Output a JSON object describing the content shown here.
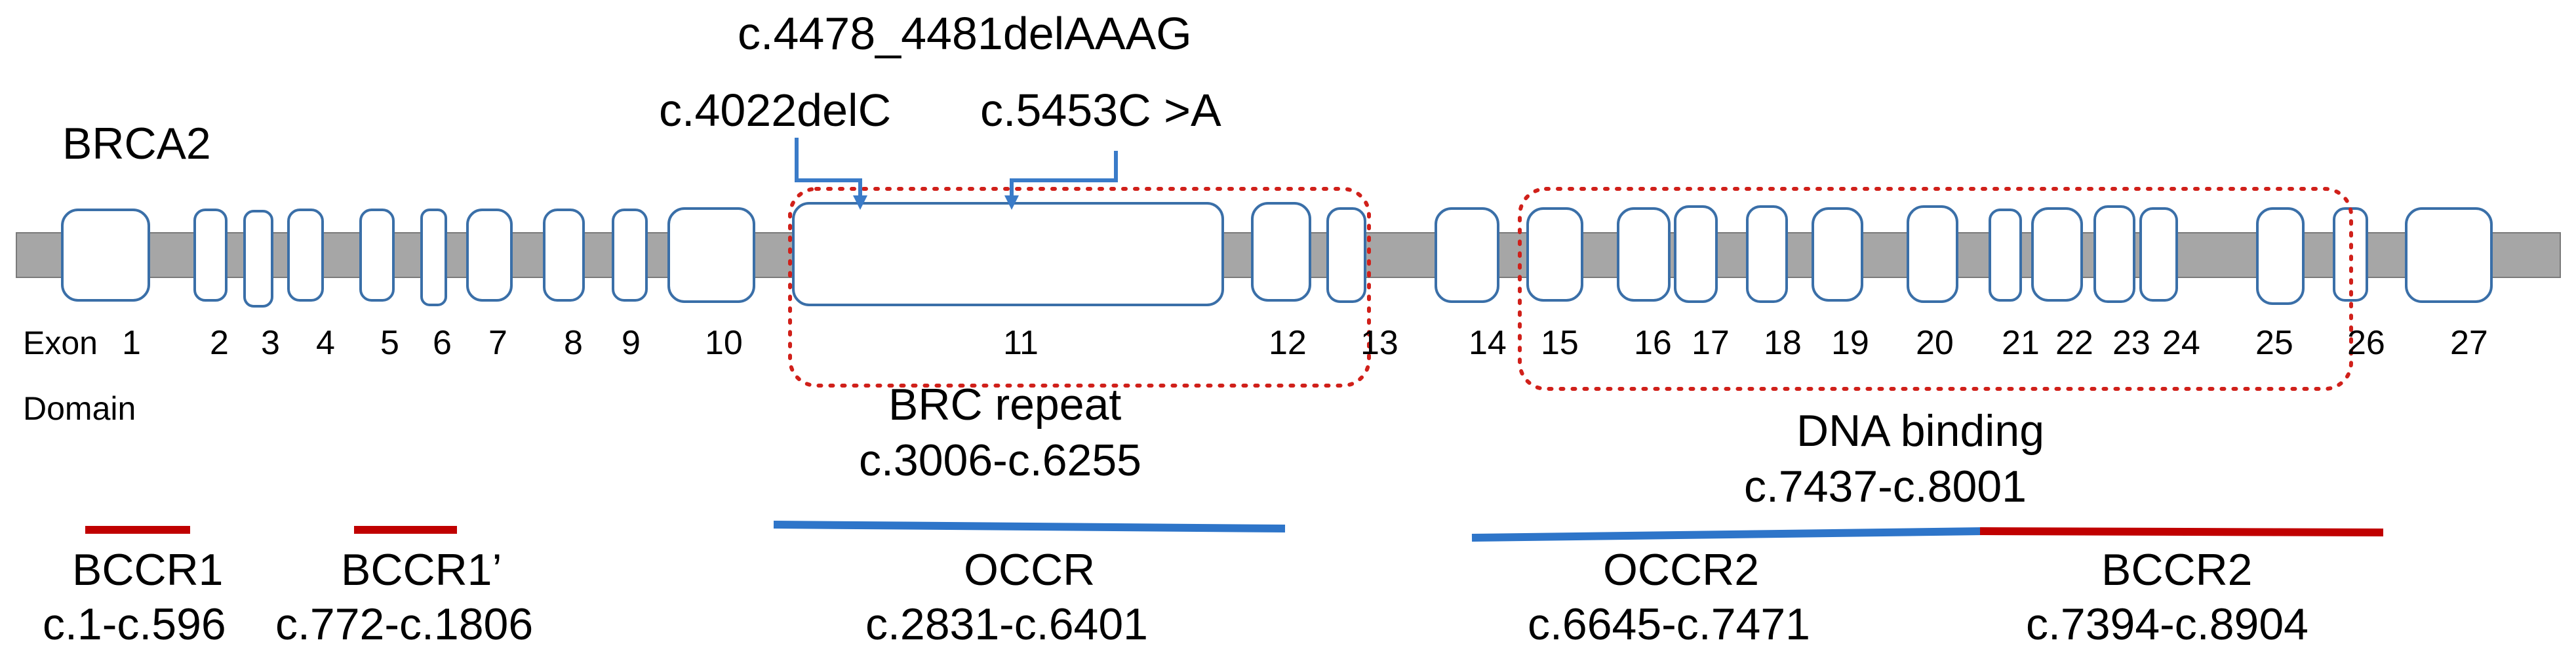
{
  "gene": "BRCA2",
  "row_labels": {
    "exon": "Exon",
    "domain": "Domain"
  },
  "exons": [
    "1",
    "2",
    "3",
    "4",
    "5",
    "6",
    "7",
    "8",
    "9",
    "10",
    "11",
    "12",
    "13",
    "14",
    "15",
    "16",
    "17",
    "18",
    "19",
    "20",
    "21",
    "22",
    "23",
    "24",
    "25",
    "26",
    "27"
  ],
  "mutations": [
    {
      "label": "c.4478_4481delAAAG"
    },
    {
      "label": "c.4022delC"
    },
    {
      "label": "c.5453C >A"
    }
  ],
  "domains": [
    {
      "name": "BRC repeat",
      "range": "c.3006-c.6255"
    },
    {
      "name": "DNA binding",
      "range": "c.7437-c.8001"
    }
  ],
  "regions": [
    {
      "name": "BCCR1",
      "range": "c.1-c.596",
      "color": "#c00000"
    },
    {
      "name": "BCCR1’",
      "range": "c.772-c.1806",
      "color": "#c00000"
    },
    {
      "name": "OCCR",
      "range": "c.2831-c.6401",
      "color": "#2e75c9"
    },
    {
      "name": "OCCR2",
      "range": "c.6645-c.7471",
      "color": "#2e75c9"
    },
    {
      "name": "BCCR2",
      "range": "c.7394-c.8904",
      "color": "#c00000"
    }
  ],
  "colors": {
    "backbone": "#a6a6a6",
    "exon_stroke": "#3a6fa8",
    "domain_box": "#d0201a",
    "arrow": "#3a7bc8",
    "bccr": "#c00000",
    "occr": "#2e75c9"
  }
}
